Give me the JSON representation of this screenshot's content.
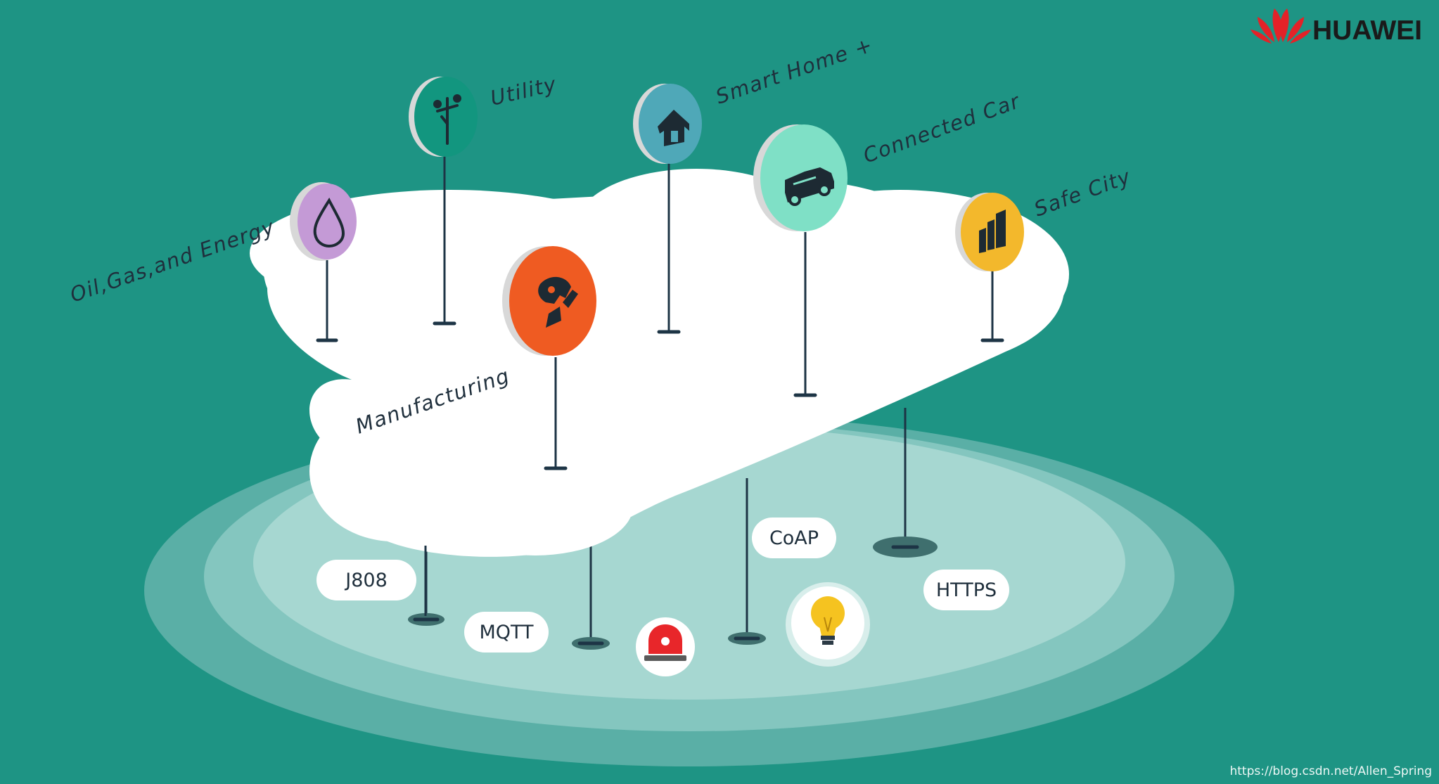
{
  "brand": {
    "name": "HUAWEI",
    "logo_color": "#e32228"
  },
  "industries": [
    {
      "label": "Utility",
      "icon": "power-pole-icon",
      "color": "#12967f"
    },
    {
      "label": "Smart Home +",
      "icon": "house-icon",
      "color": "#4fa8b8"
    },
    {
      "label": "Connected Car",
      "icon": "car-icon",
      "color": "#7fe0c6"
    },
    {
      "label": "Safe City",
      "icon": "buildings-icon",
      "color": "#f3b82c"
    },
    {
      "label": "Oil,Gas,and Energy",
      "icon": "droplet-icon",
      "color": "#c49ad6"
    },
    {
      "label": "Manufacturing",
      "icon": "robot-arm-icon",
      "color": "#ef5b22"
    }
  ],
  "protocols": [
    {
      "label": "J808"
    },
    {
      "label": "MQTT"
    },
    {
      "label": "CoAP"
    },
    {
      "label": "HTTPS"
    }
  ],
  "devices": [
    {
      "icon": "alarm-siren-icon",
      "color": "#e8262a"
    },
    {
      "icon": "light-bulb-icon",
      "color": "#f5c320"
    }
  ],
  "watermark": "https://blog.csdn.net/Allen_Spring"
}
